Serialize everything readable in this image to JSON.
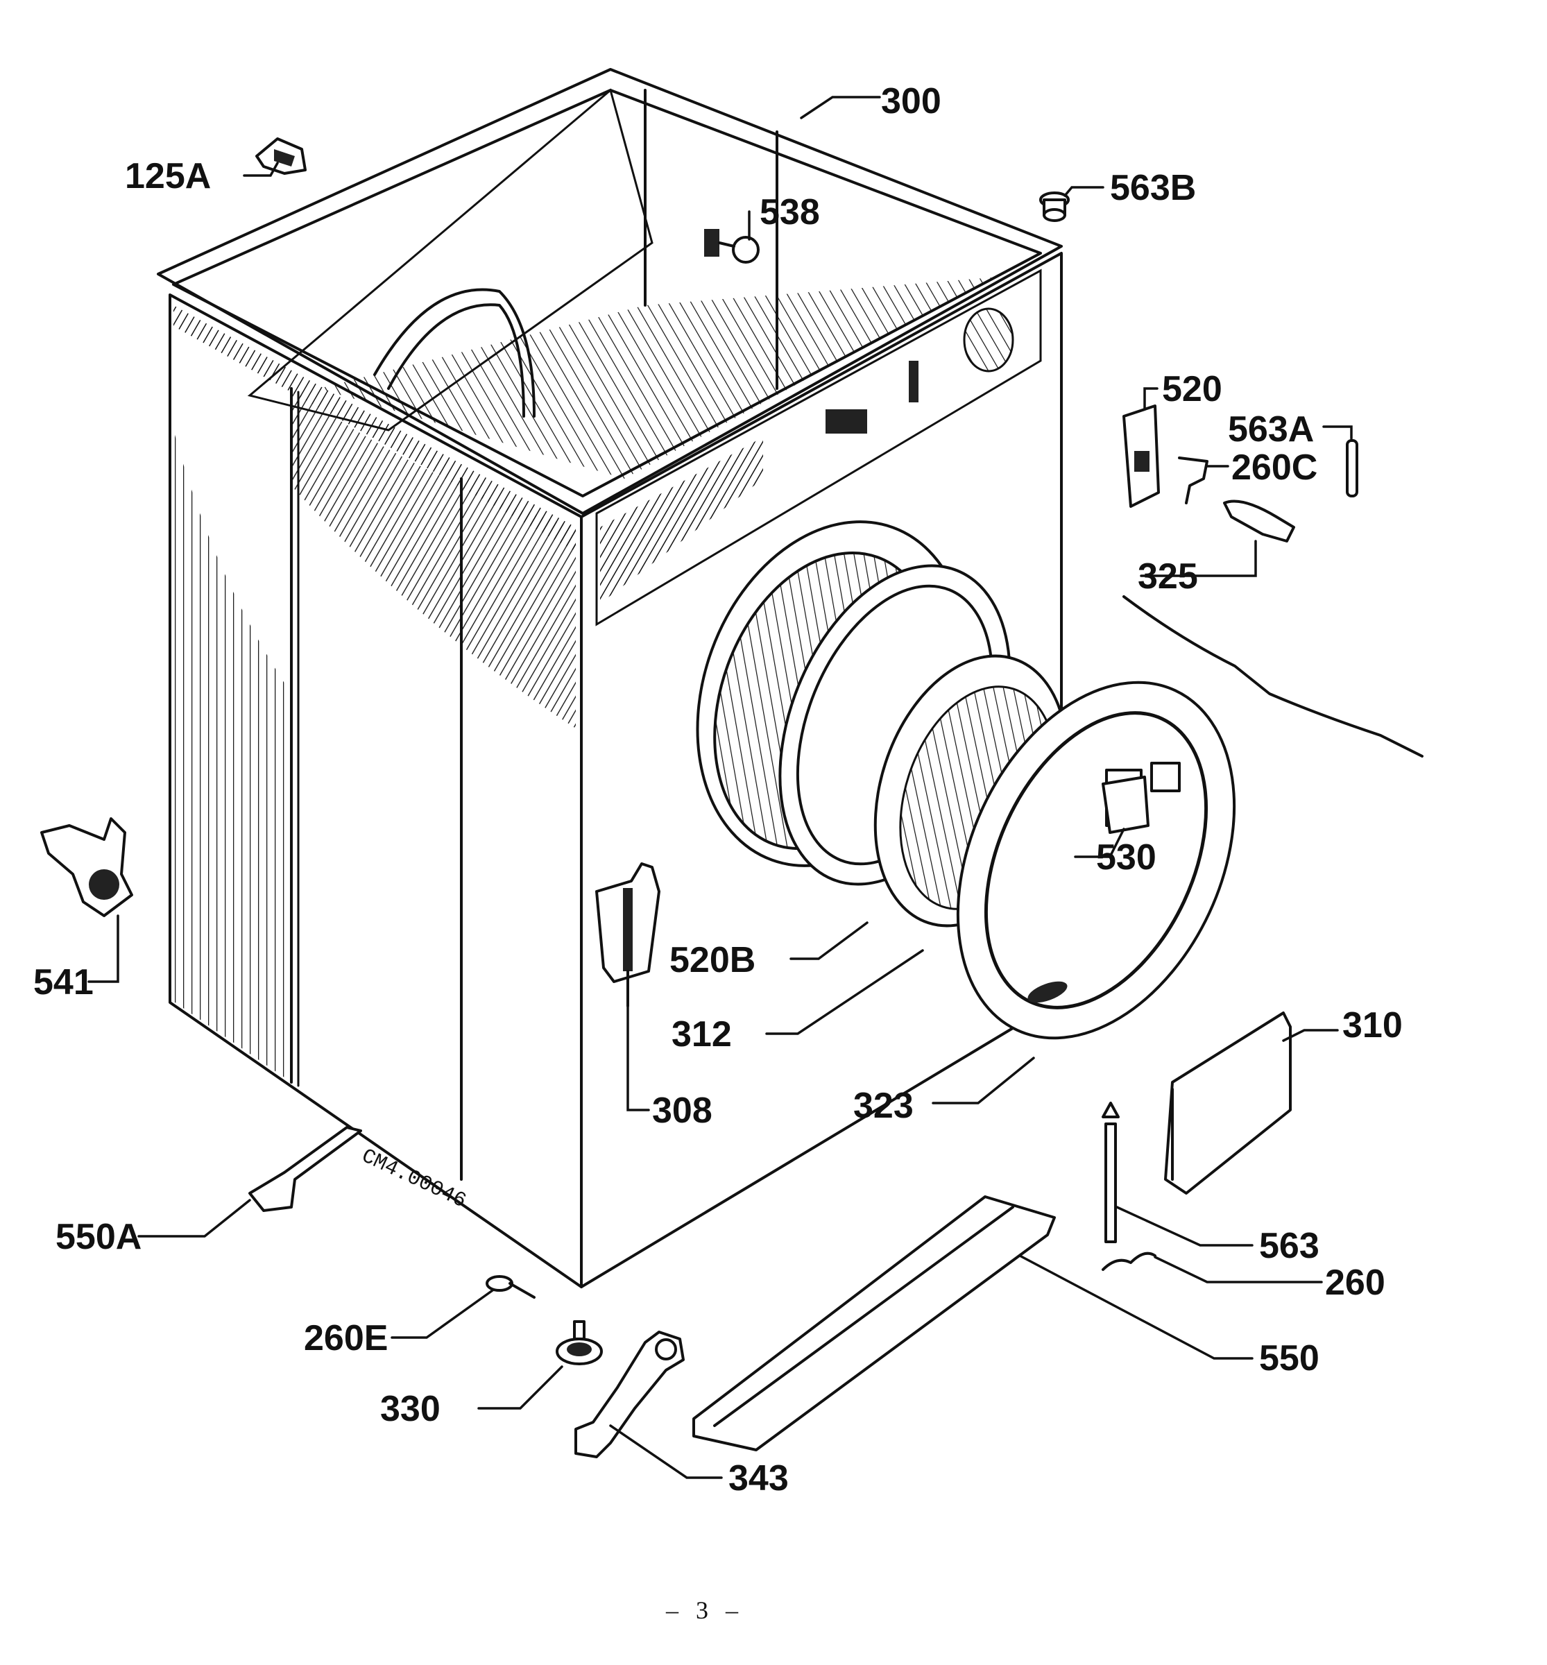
{
  "page_number": "– 3 –",
  "drawing_code": "CM4.00046",
  "parts": [
    {
      "id": "label-300",
      "text": "300"
    },
    {
      "id": "label-125a",
      "text": "125A"
    },
    {
      "id": "label-538",
      "text": "538"
    },
    {
      "id": "label-563b",
      "text": "563B"
    },
    {
      "id": "label-520",
      "text": "520"
    },
    {
      "id": "label-563a",
      "text": "563A"
    },
    {
      "id": "label-260c",
      "text": "260C"
    },
    {
      "id": "label-325",
      "text": "325"
    },
    {
      "id": "label-530",
      "text": "530"
    },
    {
      "id": "label-541",
      "text": "541"
    },
    {
      "id": "label-520b",
      "text": "520B"
    },
    {
      "id": "label-312",
      "text": "312"
    },
    {
      "id": "label-310",
      "text": "310"
    },
    {
      "id": "label-323",
      "text": "323"
    },
    {
      "id": "label-308",
      "text": "308"
    },
    {
      "id": "label-550a",
      "text": "550A"
    },
    {
      "id": "label-563",
      "text": "563"
    },
    {
      "id": "label-260",
      "text": "260"
    },
    {
      "id": "label-260e",
      "text": "260E"
    },
    {
      "id": "label-550",
      "text": "550"
    },
    {
      "id": "label-330",
      "text": "330"
    },
    {
      "id": "label-343",
      "text": "343"
    }
  ]
}
